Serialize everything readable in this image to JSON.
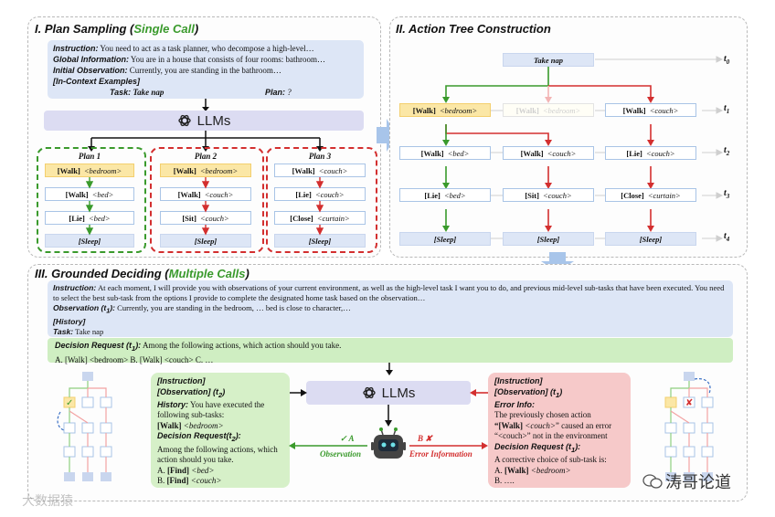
{
  "section1": {
    "numeral": "I.",
    "title_prefix": "Plan Sampling (",
    "title_highlight": "Single Call",
    "title_suffix": ")",
    "instruction_label": "Instruction:",
    "instruction_text": "You need to act as a task planner, who decompose a high-level…",
    "global_label": "Global Information:",
    "global_text": "You are in a house that consists of four rooms: bathroom…",
    "initial_label": "Initial Observation:",
    "initial_text": "Currently, you are standing in the bathroom…",
    "incontext_label": "[In-Context Examples]",
    "task_label": "Task:",
    "task_value": "Take nap",
    "plan_label": "Plan:",
    "plan_value": "?",
    "llm_label": "LLMs",
    "plans": [
      {
        "title": "Plan 1",
        "steps": [
          [
            "[Walk]",
            "<bedroom>"
          ],
          [
            "[Walk]",
            "<bed>"
          ],
          [
            "[Lie]",
            "<bed>"
          ]
        ],
        "end": "[Sleep]"
      },
      {
        "title": "Plan 2",
        "steps": [
          [
            "[Walk]",
            "<bedroom>"
          ],
          [
            "[Walk]",
            "<couch>"
          ],
          [
            "[Sit]",
            "<couch>"
          ]
        ],
        "end": "[Sleep]"
      },
      {
        "title": "Plan 3",
        "steps": [
          [
            "[Walk]",
            "<couch>"
          ],
          [
            "[Lie]",
            "<couch>"
          ],
          [
            "[Close]",
            "<curtain>"
          ]
        ],
        "end": "[Sleep]"
      }
    ]
  },
  "section2": {
    "numeral": "II.",
    "title": "Action Tree Construction",
    "root": "Take nap",
    "t_labels": [
      "t",
      "t",
      "t",
      "t",
      "t"
    ],
    "t_subs": [
      "0",
      "1",
      "2",
      "3",
      "4"
    ],
    "row1": [
      [
        "[Walk]",
        "<bedroom>"
      ],
      [
        "[Walk]",
        "<bedroom>"
      ],
      [
        "[Walk]",
        "<couch>"
      ]
    ],
    "row2": [
      [
        "[Walk]",
        "<bed>"
      ],
      [
        "[Walk]",
        "<couch>"
      ],
      [
        "[Lie]",
        "<couch>"
      ]
    ],
    "row3": [
      [
        "[Lie]",
        "<bed>"
      ],
      [
        "[Sit]",
        "<couch>"
      ],
      [
        "[Close]",
        "<curtain>"
      ]
    ],
    "row4": [
      "[Sleep]",
      "[Sleep]",
      "[Sleep]"
    ]
  },
  "section3": {
    "numeral": "III.",
    "title_prefix": "Grounded Deciding (",
    "title_highlight": "Multiple Calls",
    "title_suffix": ")",
    "instruction_label": "Instruction:",
    "instruction_text": "At each moment, I will provide you with observations of your current environment, as well as the high-level task I want you to do, and previous mid-level sub-tasks that have been executed. You need to select the best sub-task from the options I provide to complete the designated home task based on the observation…",
    "observation_label": "Observation (t",
    "observation_sub": "1",
    "observation_close": "):",
    "observation_text": "Currently, you are standing in the bedroom, … bed is close to character,…",
    "history_label": "[History]",
    "task_label": "Task:",
    "task_value": "Take nap",
    "decision_label": "Decision Request (t",
    "decision_sub": "1",
    "decision_close": "):",
    "decision_text": "Among the following actions, which action should you take.",
    "decision_options": "A. [Walk] <bedroom> B. [Walk] <couch> C. …",
    "llm_label": "LLMs",
    "left_box": {
      "instruction": "[Instruction]",
      "observation": "[Observation] (t",
      "observation_sub": "2",
      "observation_close": ")",
      "history_label": "History:",
      "history_text": "You have executed the following sub-tasks:",
      "history_item_bold": "[Walk]",
      "history_item_it": "<bedroom>",
      "decision_label": "Decision Request(t",
      "decision_sub": "2",
      "decision_close": "):",
      "decision_text": "Among the following actions, which action should you take.",
      "option_a_prefix": "A.",
      "option_a_bold": "[Find]",
      "option_a_it": "<bed>",
      "option_b_prefix": "B.",
      "option_b_bold": "[Find]",
      "option_b_it": "<couch>"
    },
    "right_box": {
      "instruction": "[Instruction]",
      "observation": "[Observation] (t",
      "observation_sub": "1",
      "observation_close": ")",
      "error_label": "Error Info:",
      "error_text_1": "The previously chosen action",
      "error_text_2_bold": "“[Walk]",
      "error_text_2_it": "<couch>",
      "error_text_2_rest": "” caused an error",
      "error_text_3": "“<couch>” not in the environment",
      "decision_label": "Decision Request (t",
      "decision_sub": "1",
      "decision_close": "):",
      "decision_text": "A corrective choice of sub-task is:",
      "option_a_prefix": "A.",
      "option_a_bold": "[Walk]",
      "option_a_it": "<bedroom>",
      "option_b": "B. …."
    },
    "agent_choice_left": "✓ A",
    "agent_choice_right": "B ✘",
    "observation_edge": "Observation",
    "error_edge": "Error Information"
  },
  "watermarks": {
    "left": "大数据猿",
    "right": "涛哥论道"
  },
  "colors": {
    "green": "#3a9a2c",
    "red": "#d32f2f",
    "blue_box": "#dde6f6",
    "yellow_node": "#fbe7a6",
    "llm_bar": "#dcdcf2",
    "green_panel": "#d6f0c8",
    "red_panel": "#f6c9c9"
  },
  "icons": [
    "openai-logo-icon",
    "robot-agent-icon",
    "arrow-right-icon",
    "arrow-down-icon",
    "wechat-icon"
  ]
}
